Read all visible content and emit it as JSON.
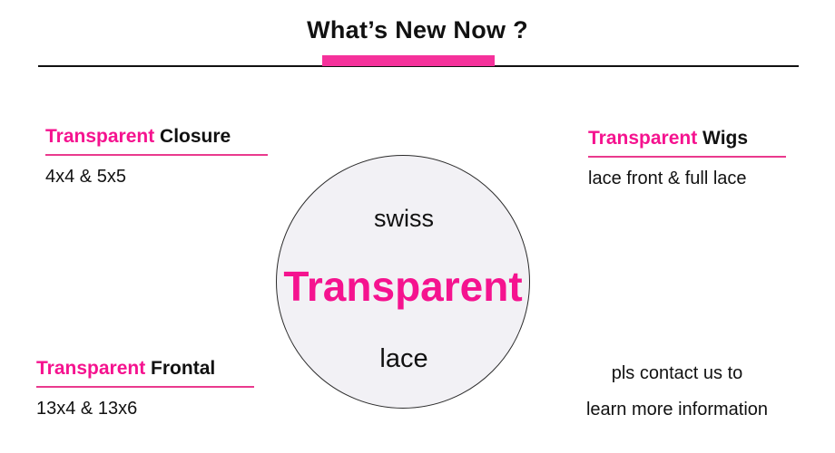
{
  "header": {
    "title": "What’s New Now ?",
    "accent_color": "#f5319b",
    "rule_color": "#111111"
  },
  "center": {
    "top_label": "swiss",
    "main_label": "Transparent",
    "bottom_label": "lace",
    "main_color": "#f5138f",
    "fill_color": "#f2f1f5",
    "border_color": "#2b2b2b"
  },
  "blocks": {
    "closure": {
      "keyword": "Transparent",
      "name": " Closure",
      "sub": "4x4 & 5x5"
    },
    "wigs": {
      "keyword": "Transparent",
      "name": " Wigs",
      "sub": "lace front & full lace"
    },
    "frontal": {
      "keyword": "Transparent",
      "name": " Frontal",
      "sub": "13x4 & 13x6"
    },
    "contact": {
      "line1": "pls contact us to",
      "line2": "learn more information"
    }
  },
  "accent": {
    "underline_color": "#ea3a8e",
    "keyword_color": "#f5138f"
  }
}
